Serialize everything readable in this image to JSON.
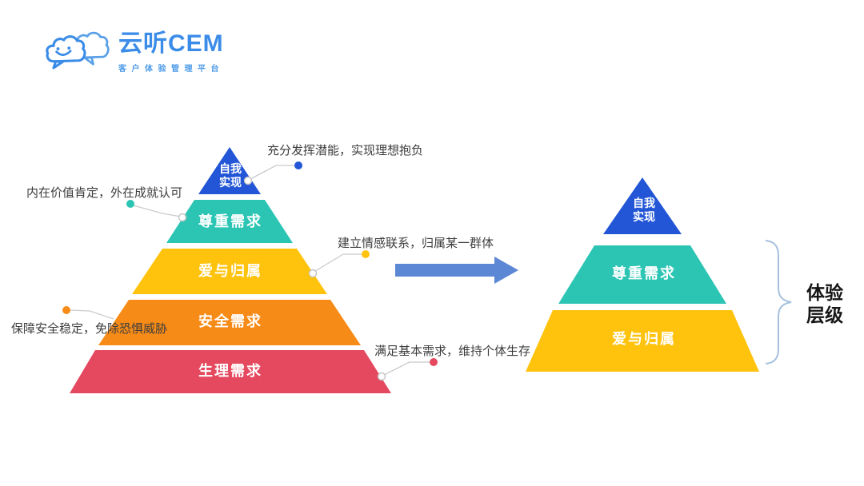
{
  "logo": {
    "title": "云听CEM",
    "subtitle": "客户体验管理平台",
    "icon": "cloud-smile-icon",
    "title_color": "#3b8ce8"
  },
  "left_pyramid": {
    "levels": [
      {
        "label": "自我\n实现",
        "color": "#2256d6",
        "annotation": "充分发挥潜能，实现理想抱负"
      },
      {
        "label": "尊重需求",
        "color": "#2cc5b4",
        "annotation": "内在价值肯定，外在成就认可"
      },
      {
        "label": "爱与归属",
        "color": "#ffc30e",
        "annotation": "建立情感联系，归属某一群体"
      },
      {
        "label": "安全需求",
        "color": "#f78b17",
        "annotation": "保障安全稳定，免除恐惧威胁"
      },
      {
        "label": "生理需求",
        "color": "#e5495f",
        "annotation": "满足基本需求，维持个体生存"
      }
    ]
  },
  "right_pyramid": {
    "levels": [
      {
        "label": "自我\n实现",
        "color": "#2256d6"
      },
      {
        "label": "尊重需求",
        "color": "#2cc5b4"
      },
      {
        "label": "爱与归属",
        "color": "#ffc30e"
      }
    ],
    "bracket_label": "体验\n层级",
    "bracket_color": "#a5c0dd"
  },
  "arrow": {
    "icon": "arrow-right-icon",
    "color": "#5b87d5"
  },
  "connector_color": "#cbcbcb"
}
